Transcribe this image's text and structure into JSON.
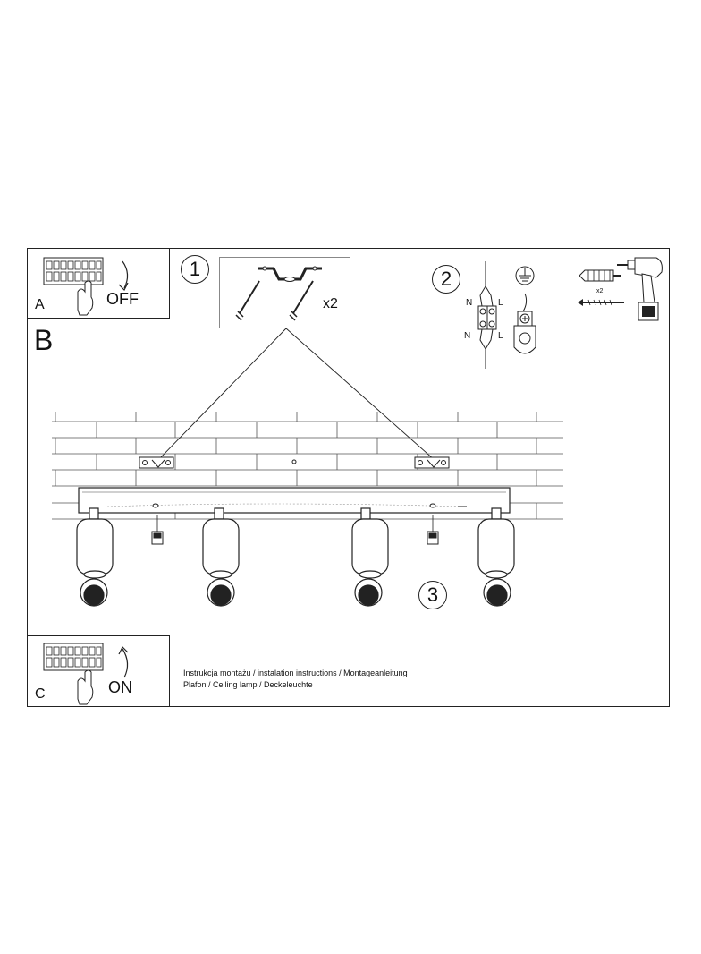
{
  "panel_a": {
    "letter": "A",
    "action": "OFF"
  },
  "section_b": {
    "letter": "B"
  },
  "panel_c": {
    "letter": "C",
    "action": "ON"
  },
  "step1": {
    "number": "1",
    "quantity": "x2"
  },
  "step2": {
    "number": "2",
    "n_top": "N",
    "l_top": "L",
    "n_bottom": "N",
    "l_bottom": "L"
  },
  "step3": {
    "number": "3"
  },
  "tools": {
    "anchor_quantity": "x2"
  },
  "footer": {
    "line1": "Instrukcja montażu / instalation instructions / Montageanleitung",
    "line2": "Plafon / Ceiling lamp / Deckeleuchte"
  }
}
